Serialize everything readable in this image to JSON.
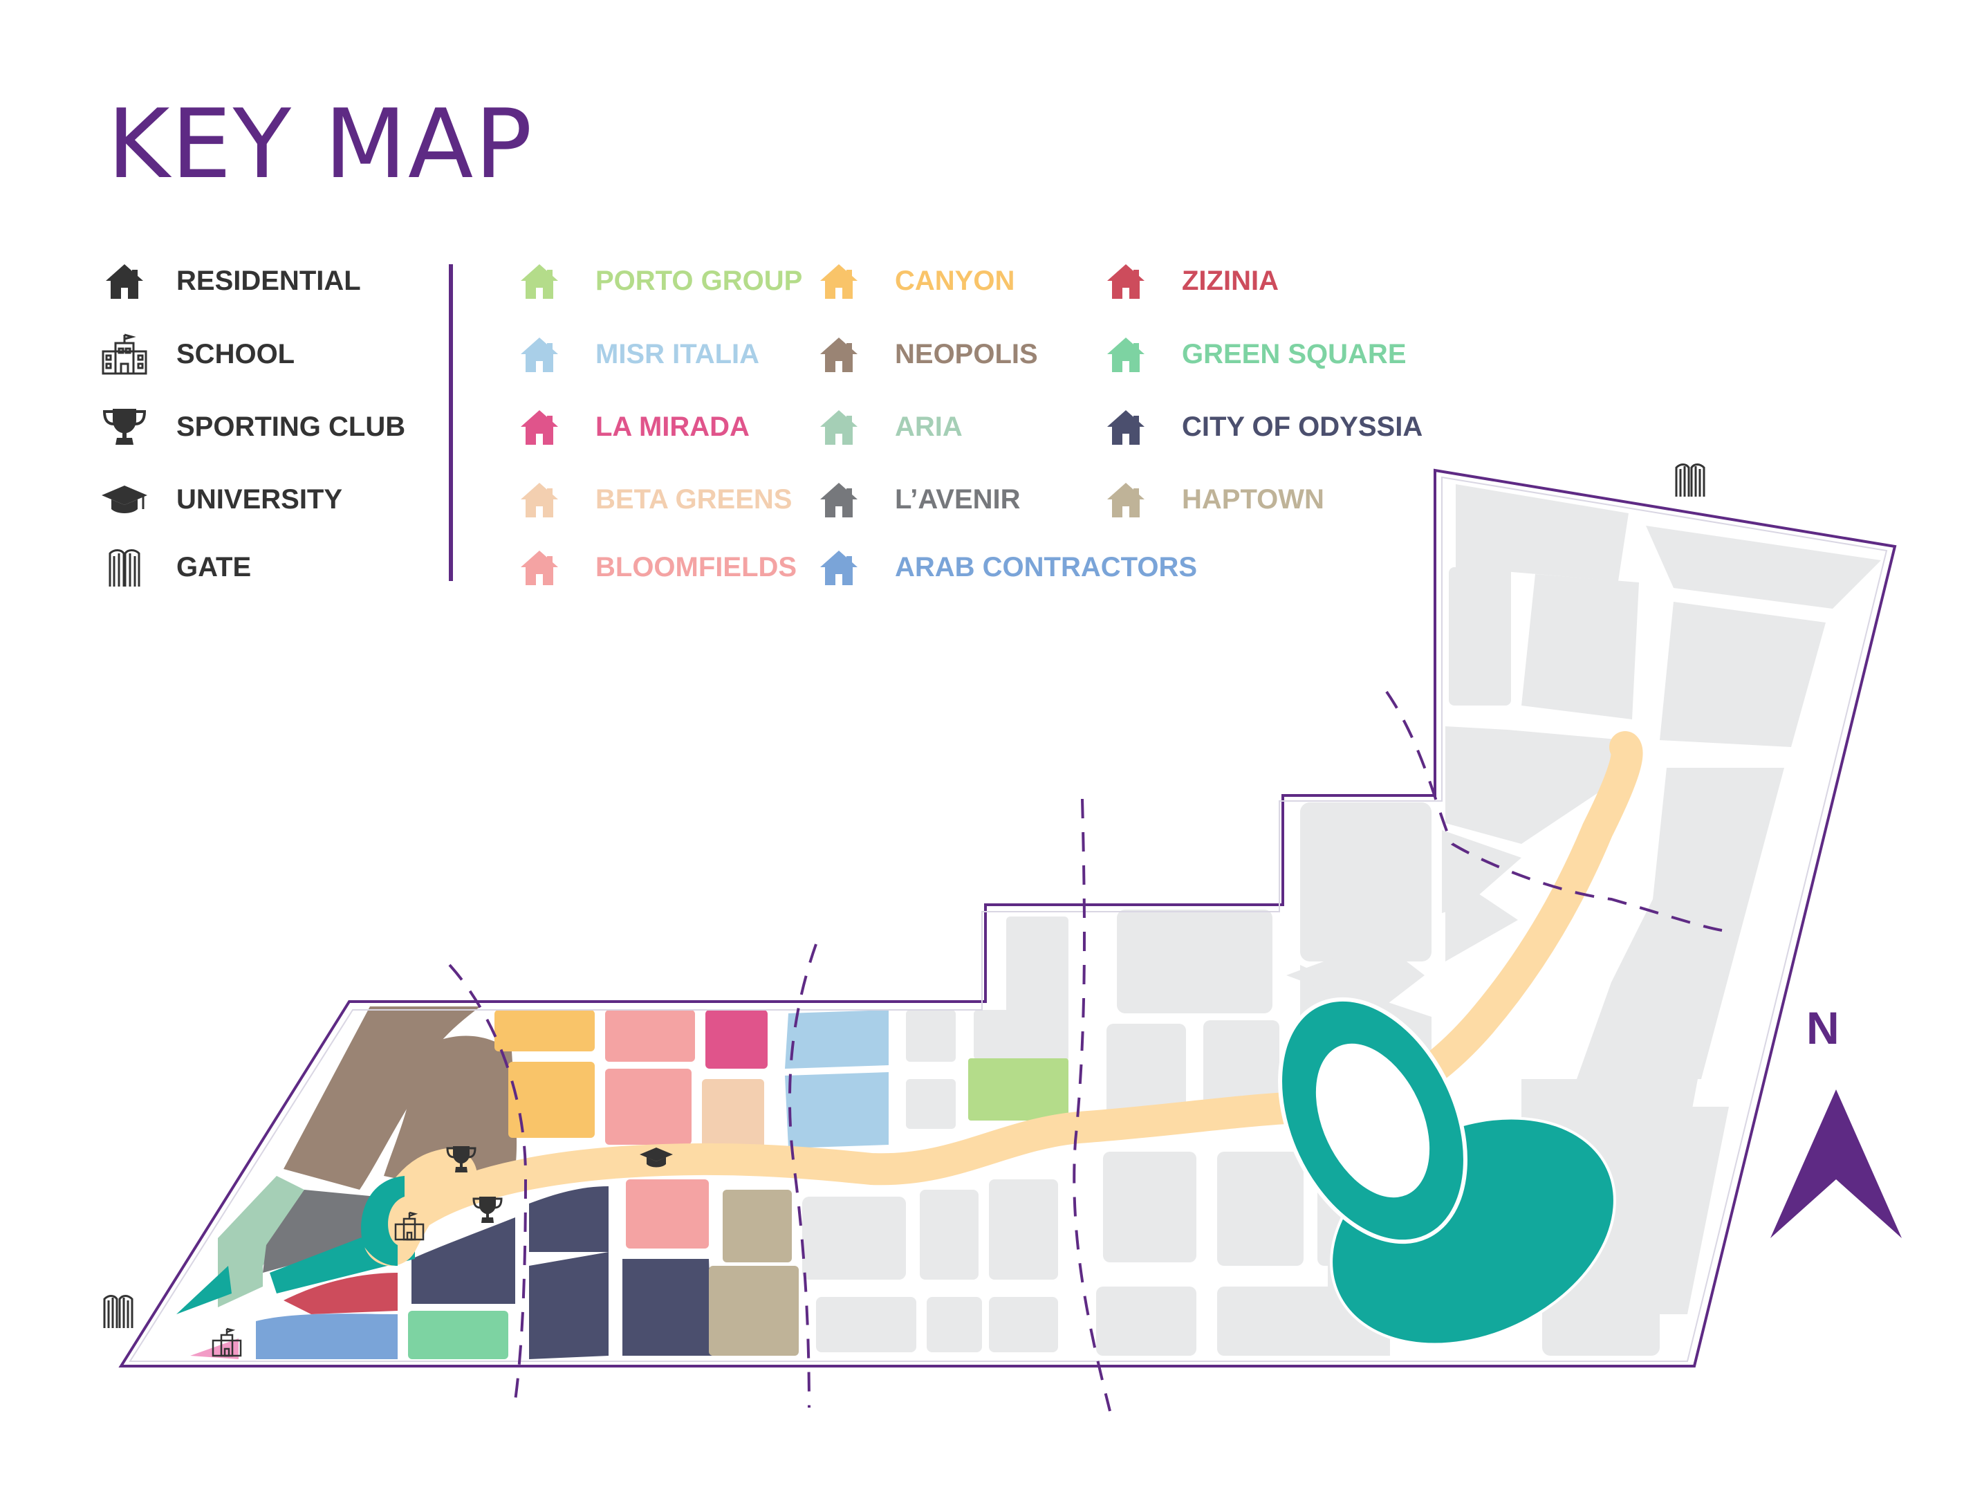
{
  "title": "KEY MAP",
  "types": [
    {
      "label": "RESIDENTIAL",
      "icon": "house-icon"
    },
    {
      "label": "SCHOOL",
      "icon": "school-icon"
    },
    {
      "label": "SPORTING CLUB",
      "icon": "trophy-icon"
    },
    {
      "label": "UNIVERSITY",
      "icon": "graduation-cap-icon"
    },
    {
      "label": "GATE",
      "icon": "gate-icon"
    }
  ],
  "developers": [
    {
      "label": "PORTO GROUP",
      "color": "#b4dc8a"
    },
    {
      "label": "MISR ITALIA",
      "color": "#a9cfe8"
    },
    {
      "label": "LA MIRADA",
      "color": "#e0548b"
    },
    {
      "label": "BETA GREENS",
      "color": "#f3cfb0"
    },
    {
      "label": "BLOOMFIELDS",
      "color": "#f4a3a3"
    },
    {
      "label": "CANYON",
      "color": "#f9c469"
    },
    {
      "label": "NEOPOLIS",
      "color": "#9a8474"
    },
    {
      "label": "ARIA",
      "color": "#a5cfb6"
    },
    {
      "label": "L’AVENIR",
      "color": "#76787c"
    },
    {
      "label": "ARAB CONTRACTORS",
      "color": "#7aa4d8"
    },
    {
      "label": "ZIZINIA",
      "color": "#cd4c5c"
    },
    {
      "label": "GREEN SQUARE",
      "color": "#7dd3a2"
    },
    {
      "label": "CITY OF ODYSSIA",
      "color": "#4b4f6e"
    },
    {
      "label": "HAPTOWN",
      "color": "#bfb398"
    }
  ],
  "compass": {
    "label": "N"
  },
  "colors": {
    "accent": "#5e2a84",
    "road": "#fddba5",
    "teal": "#12a89c",
    "plot_grey": "#e8e9ea"
  }
}
